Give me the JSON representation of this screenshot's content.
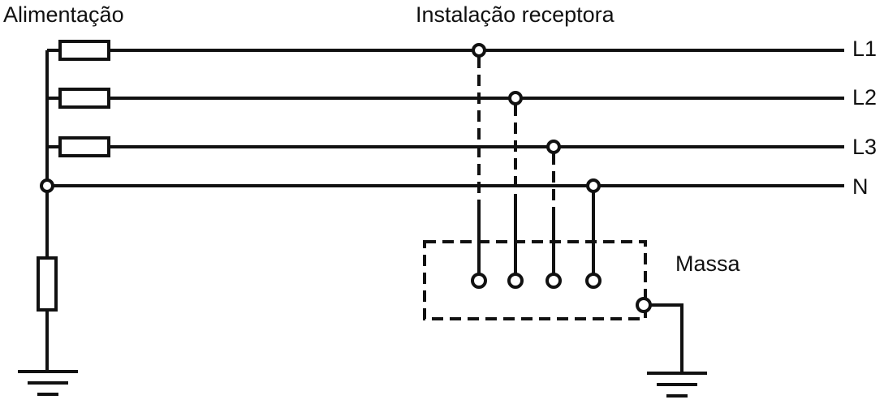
{
  "labels": {
    "supply": "Alimentação",
    "installation": "Instalação receptora",
    "ground_mass": "Massa"
  },
  "lines": {
    "l1": "L1",
    "l2": "L2",
    "l3": "L3",
    "n": "N"
  }
}
